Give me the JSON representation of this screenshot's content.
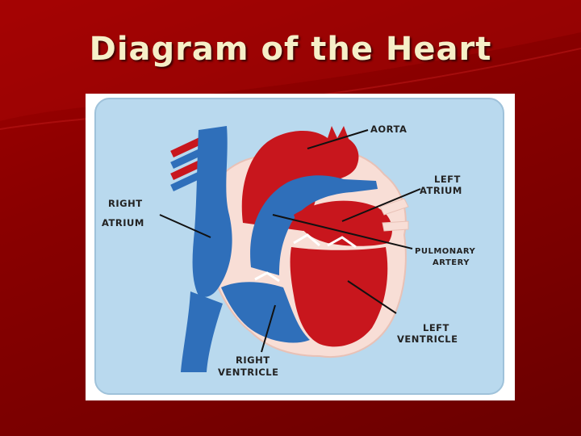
{
  "slide": {
    "title": "Diagram of the Heart"
  },
  "colors": {
    "background": "#8a0000",
    "title_text": "#f6efc8",
    "panel_blue": "#b9d9ee",
    "oxygenated_red": "#c8161d",
    "deoxygenated_blue": "#2f6fba",
    "tissue_pink": "#f8ded6"
  },
  "diagram": {
    "labels": {
      "aorta": "AORTA",
      "left_atrium_1": "LEFT",
      "left_atrium_2": "ATRIUM",
      "right_atrium_1": "RIGHT",
      "right_atrium_2": "ATRIUM",
      "pulmonary_artery_1": "PULMONARY",
      "pulmonary_artery_2": "ARTERY",
      "left_ventricle_1": "LEFT",
      "left_ventricle_2": "VENTRICLE",
      "right_ventricle_1": "RIGHT",
      "right_ventricle_2": "VENTRICLE"
    }
  }
}
